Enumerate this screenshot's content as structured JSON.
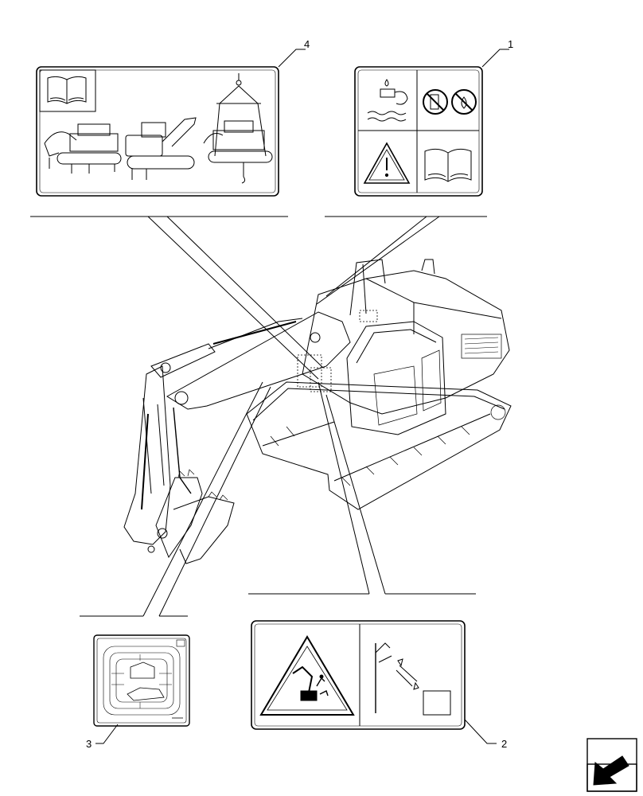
{
  "callouts": [
    {
      "number": "1",
      "item": "decal-panel-fuel-warning"
    },
    {
      "number": "2",
      "item": "decal-panel-crush-warning"
    },
    {
      "number": "3",
      "item": "decal-control-pattern"
    },
    {
      "number": "4",
      "item": "decal-panel-lifting-transport"
    }
  ],
  "icons": {
    "manual": "open-book-icon",
    "warning": "warning-triangle-icon",
    "fuel": "fuel-fill-icon",
    "no_smoking": "no-smoking-icon",
    "no_flame": "no-open-flame-icon",
    "hook": "lifting-hook-icon",
    "navigation": "next-page-arrow-icon"
  },
  "colors": {
    "line": "#000000",
    "background": "#ffffff"
  }
}
